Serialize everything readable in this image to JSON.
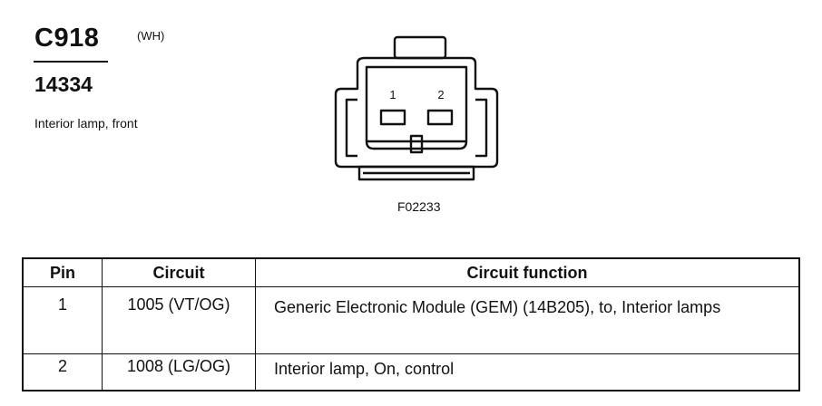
{
  "header": {
    "connector_id": "C918",
    "color_code": "(WH)",
    "part_number": "14334",
    "description": "Interior lamp, front"
  },
  "diagram": {
    "figure_code": "F02233",
    "pin_labels": [
      "1",
      "2"
    ]
  },
  "table": {
    "headers": {
      "pin": "Pin",
      "circuit": "Circuit",
      "function": "Circuit function"
    },
    "rows": [
      {
        "pin": "1",
        "circuit": "1005 (VT/OG)",
        "function": "Generic Electronic Module (GEM) (14B205), to, Interior lamps"
      },
      {
        "pin": "2",
        "circuit": "1008 (LG/OG)",
        "function": "Interior lamp, On, control"
      }
    ]
  }
}
